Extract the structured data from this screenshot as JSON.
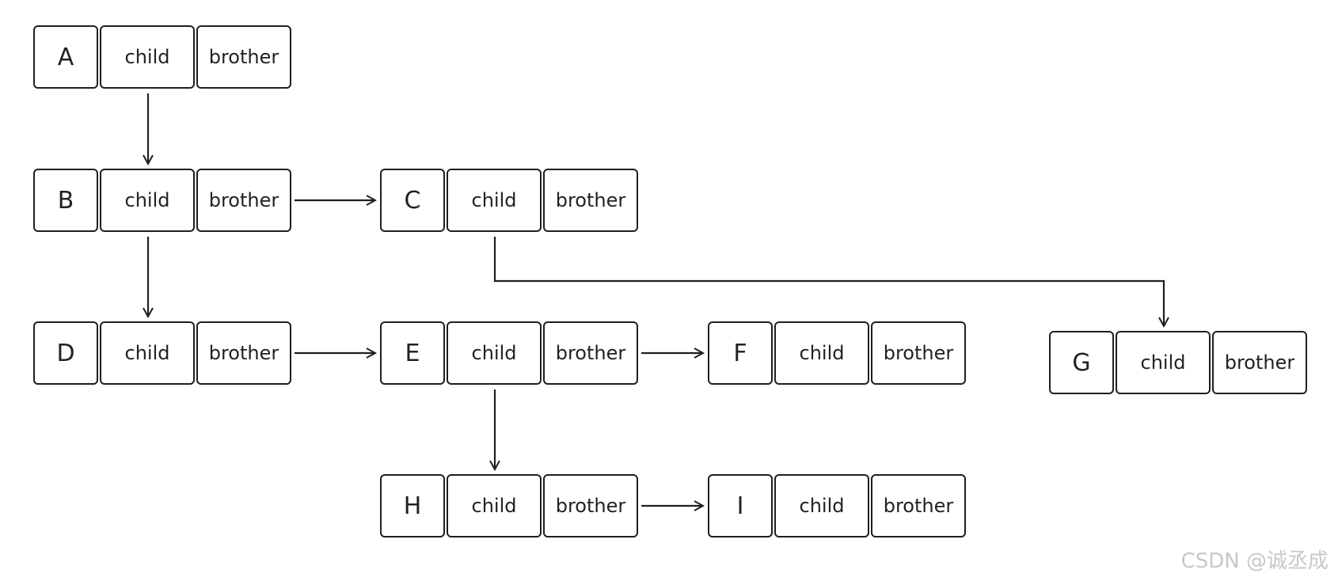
{
  "nodes": [
    {
      "id": "A",
      "child_label": "child",
      "brother_label": "brother"
    },
    {
      "id": "B",
      "child_label": "child",
      "brother_label": "brother"
    },
    {
      "id": "C",
      "child_label": "child",
      "brother_label": "brother"
    },
    {
      "id": "D",
      "child_label": "child",
      "brother_label": "brother"
    },
    {
      "id": "E",
      "child_label": "child",
      "brother_label": "brother"
    },
    {
      "id": "F",
      "child_label": "child",
      "brother_label": "brother"
    },
    {
      "id": "G",
      "child_label": "child",
      "brother_label": "brother"
    },
    {
      "id": "H",
      "child_label": "child",
      "brother_label": "brother"
    },
    {
      "id": "I",
      "child_label": "child",
      "brother_label": "brother"
    }
  ],
  "edges": [
    {
      "from": "A",
      "to": "B",
      "kind": "child"
    },
    {
      "from": "B",
      "to": "D",
      "kind": "child"
    },
    {
      "from": "B",
      "to": "C",
      "kind": "brother"
    },
    {
      "from": "C",
      "to": "G",
      "kind": "child"
    },
    {
      "from": "D",
      "to": "E",
      "kind": "brother"
    },
    {
      "from": "E",
      "to": "F",
      "kind": "brother"
    },
    {
      "from": "E",
      "to": "H",
      "kind": "child"
    },
    {
      "from": "H",
      "to": "I",
      "kind": "brother"
    }
  ],
  "watermark": "CSDN @诚丞成",
  "colors": {
    "stroke": "#1f1f1f",
    "text": "#222222",
    "watermark": "#c8c8c8"
  }
}
